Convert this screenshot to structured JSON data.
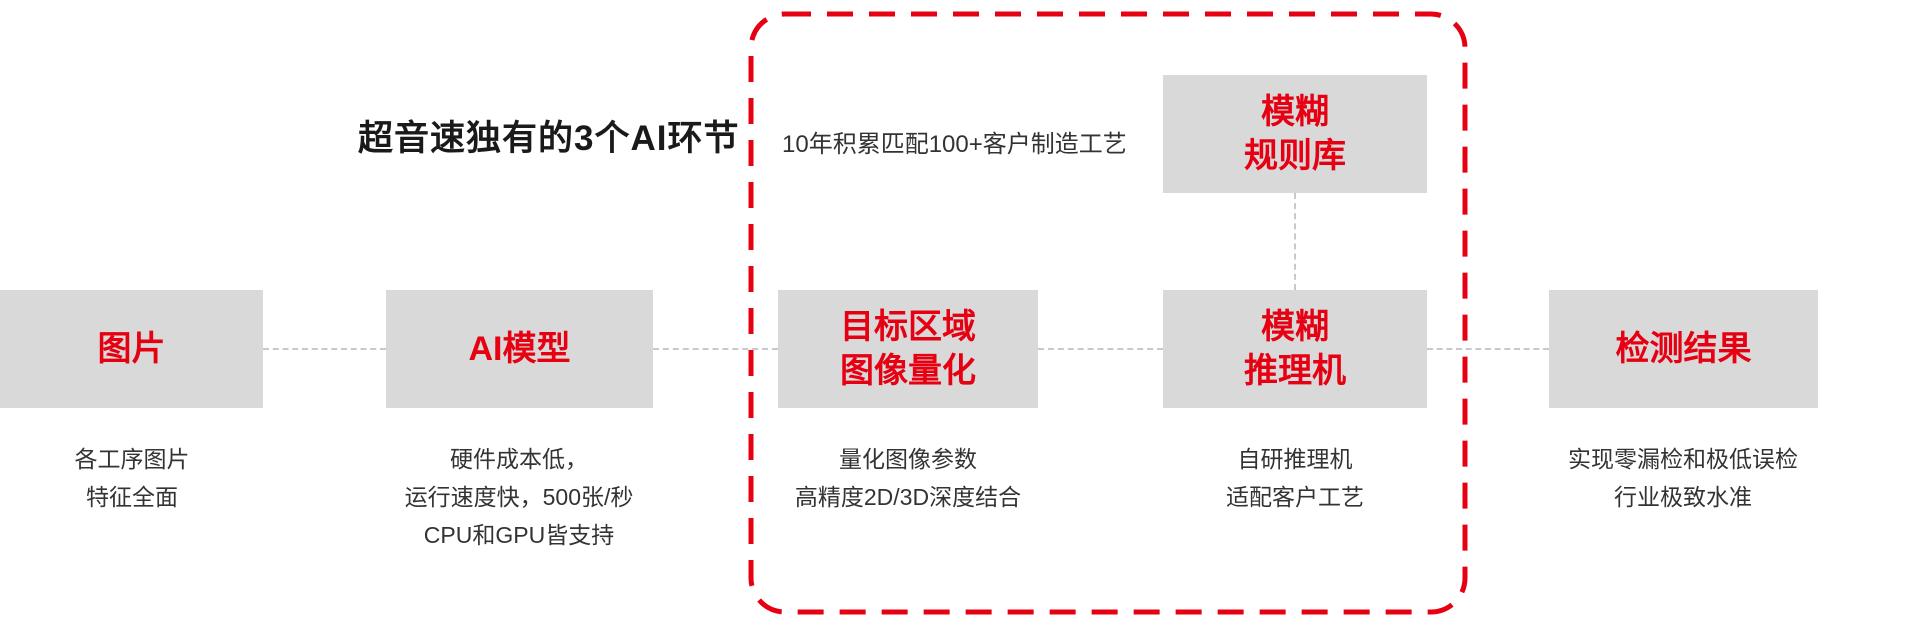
{
  "title": "超音速独有的3个AI环节",
  "highlight": {
    "note": "10年积累匹配100+客户制造工艺"
  },
  "colors": {
    "accent_red": "#e60012",
    "box_bg": "#d9d9d9",
    "body_text": "#333333",
    "connector": "#c9c9c9"
  },
  "rule_box": {
    "label": [
      "模糊",
      "规则库"
    ]
  },
  "nodes": [
    {
      "label": [
        "图片"
      ],
      "desc": [
        "各工序图片",
        "特征全面"
      ]
    },
    {
      "label": [
        "AI模型"
      ],
      "desc": [
        "硬件成本低，",
        "运行速度快，500张/秒",
        "CPU和GPU皆支持"
      ]
    },
    {
      "label": [
        "目标区域",
        "图像量化"
      ],
      "desc": [
        "量化图像参数",
        "高精度2D/3D深度结合"
      ]
    },
    {
      "label": [
        "模糊",
        "推理机"
      ],
      "desc": [
        "自研推理机",
        "适配客户工艺"
      ]
    },
    {
      "label": [
        "检测结果"
      ],
      "desc": [
        "实现零漏检和极低误检",
        "行业极致水准"
      ]
    }
  ]
}
